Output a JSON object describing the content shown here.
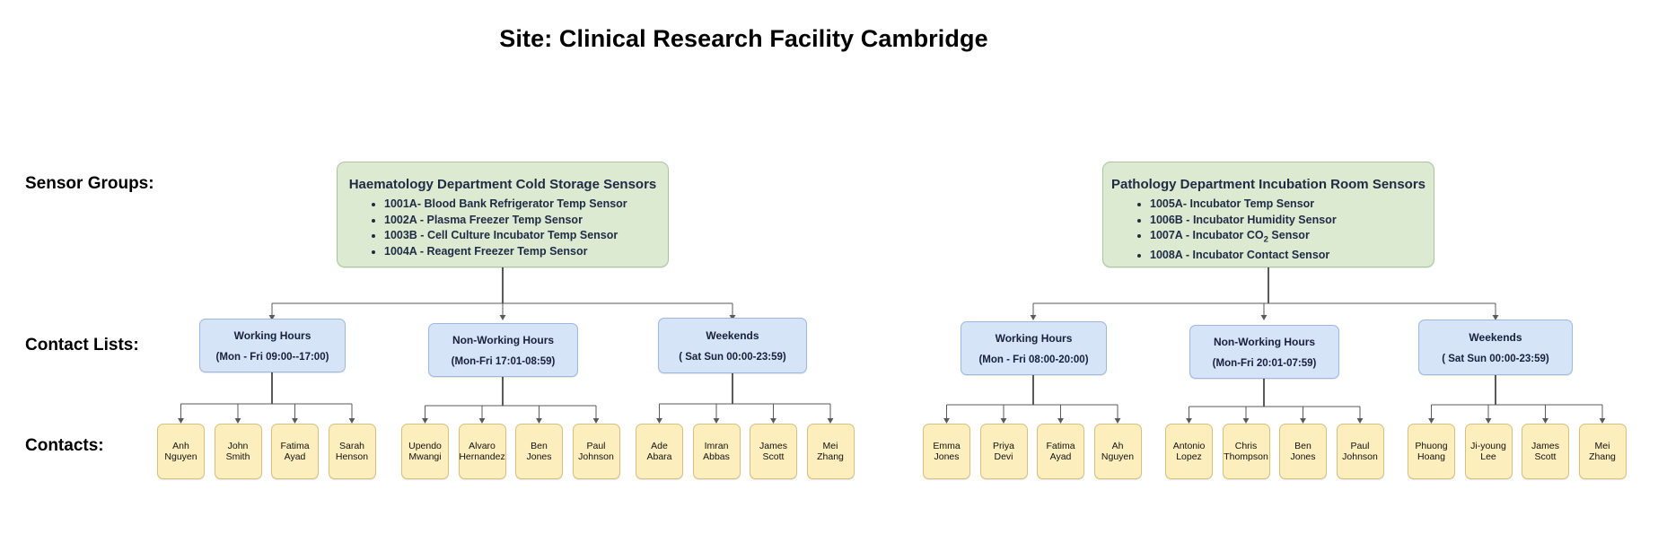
{
  "page": {
    "title": "Site: Clinical Research Facility Cambridge"
  },
  "row_labels": {
    "sensor_groups": "Sensor Groups:",
    "contact_lists": "Contact Lists:",
    "contacts": "Contacts:"
  },
  "colors": {
    "group_fill": "#dcead2",
    "group_border": "#a9c69a",
    "list_fill": "#d6e4f7",
    "list_border": "#9cb8dd",
    "contact_fill": "#fdeebd",
    "contact_border": "#d7bf7e",
    "connector": "#595959",
    "text": "#111111"
  },
  "sensor_groups": [
    {
      "id": "haematology",
      "title": "Haematology Department Cold Storage Sensors",
      "sensors": [
        "1001A- Blood Bank Refrigerator Temp Sensor",
        "1002A - Plasma Freezer Temp Sensor",
        "1003B - Cell Culture Incubator Temp Sensor",
        "1004A - Reagent Freezer Temp Sensor"
      ]
    },
    {
      "id": "pathology",
      "title": "Pathology Department Incubation Room Sensors",
      "sensors": [
        "1005A- Incubator Temp Sensor",
        "1006B - Incubator Humidity Sensor",
        "1007A - Incubator CO|2| Sensor",
        "1008A - Incubator Contact Sensor"
      ]
    }
  ],
  "contact_lists": [
    {
      "id": "h-working",
      "group": "haematology",
      "title": "Working Hours",
      "hours": "(Mon - Fri  09:00--17:00)"
    },
    {
      "id": "h-nonwork",
      "group": "haematology",
      "title": "Non-Working Hours",
      "hours": "(Mon-Fri 17:01-08:59)"
    },
    {
      "id": "h-weekend",
      "group": "haematology",
      "title": "Weekends",
      "hours": "( Sat Sun 00:00-23:59)"
    },
    {
      "id": "p-working",
      "group": "pathology",
      "title": "Working Hours",
      "hours": "(Mon - Fri  08:00-20:00)"
    },
    {
      "id": "p-nonwork",
      "group": "pathology",
      "title": "Non-Working Hours",
      "hours": "(Mon-Fri 20:01-07:59)"
    },
    {
      "id": "p-weekend",
      "group": "pathology",
      "title": "Weekends",
      "hours": "( Sat Sun 00:00-23:59)"
    }
  ],
  "contacts": {
    "h-working": [
      "Anh Nguyen",
      "John Smith",
      "Fatima Ayad",
      "Sarah Henson"
    ],
    "h-nonwork": [
      "Upendo Mwangi",
      "Alvaro Hernandez",
      "Ben Jones",
      "Paul Johnson"
    ],
    "h-weekend": [
      "Ade Abara",
      "Imran Abbas",
      "James Scott",
      "Mei Zhang"
    ],
    "p-working": [
      "Emma Jones",
      "Priya Devi",
      "Fatima Ayad",
      "Ah Nguyen"
    ],
    "p-nonwork": [
      "Antonio Lopez",
      "Chris Thompson",
      "Ben Jones",
      "Paul Johnson"
    ],
    "p-weekend": [
      "Phuong Hoang",
      "Ji-young Lee",
      "James Scott",
      "Mei Zhang"
    ]
  }
}
